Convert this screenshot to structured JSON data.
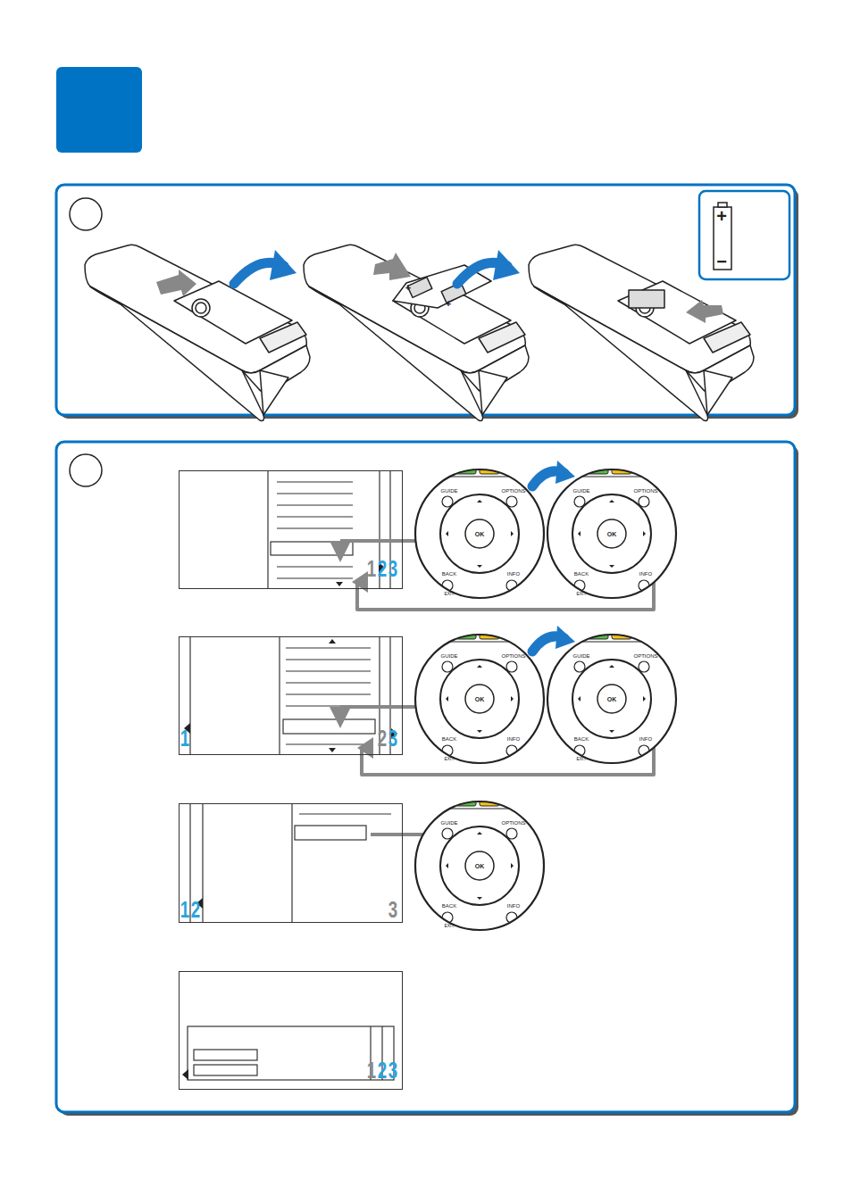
{
  "diagram": {
    "nodes": [
      {
        "text": [
          "1",
          "2",
          "3"
        ]
      },
      {
        "text": [
          "1",
          "2",
          "3"
        ]
      },
      {
        "text": [
          "1",
          "2",
          "3"
        ]
      },
      {
        "text": [
          "1",
          "2",
          "3"
        ]
      }
    ],
    "labels": [
      "+",
      "−",
      "+",
      "+",
      "GUIDE",
      "OPTIONS",
      "OK",
      "BACK",
      "EXIT",
      "INFO",
      "GUIDE",
      "OPTIONS",
      "OK",
      "BACK",
      "EXIT",
      "INFO",
      "GUIDE",
      "OPTIONS",
      "OK",
      "BACK",
      "EXIT",
      "INFO",
      "GUIDE",
      "OPTIONS",
      "OK",
      "BACK",
      "EXIT",
      "INFO",
      "GUIDE",
      "OPTIONS",
      "OK",
      "BACK",
      "EXIT",
      "INFO"
    ]
  }
}
